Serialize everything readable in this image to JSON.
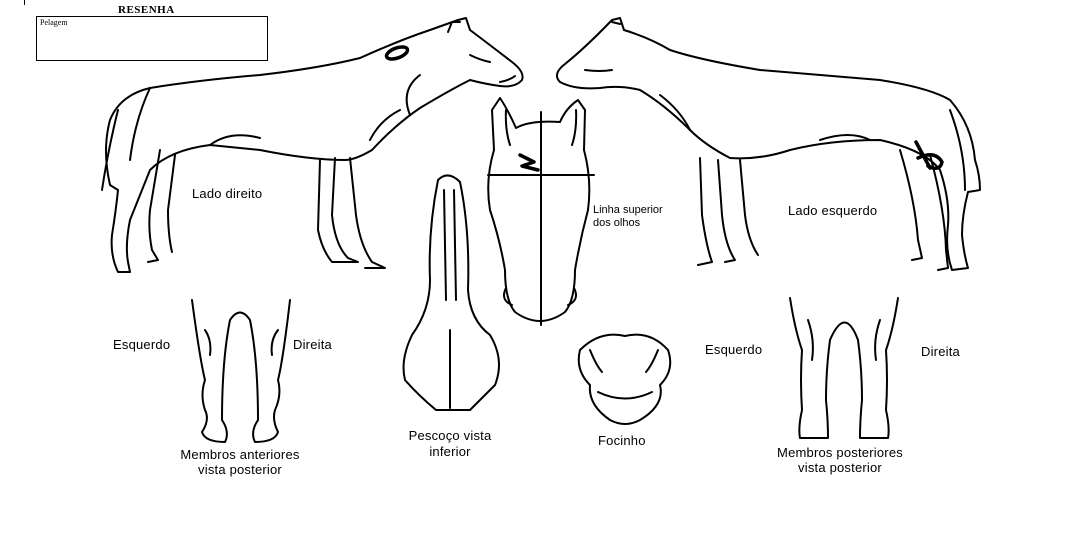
{
  "header": {
    "title": "RESENHA",
    "pelagem_label": "Pelagem"
  },
  "labels": {
    "lado_direito": "Lado direito",
    "lado_esquerdo": "Lado esquerdo",
    "linha_superior": [
      "Linha superior",
      "dos olhos"
    ],
    "membros_anteriores": {
      "esquerdo": "Esquerdo",
      "direita": "Direita",
      "caption": [
        "Membros anteriores",
        "vista posterior"
      ]
    },
    "pescoco": [
      "Pescoço vista",
      "inferior"
    ],
    "focinho": "Focinho",
    "membros_posteriores": {
      "esquerdo": "Esquerdo",
      "direita": "Direita",
      "caption": [
        "Membros posteriores",
        "vista posterior"
      ]
    }
  }
}
